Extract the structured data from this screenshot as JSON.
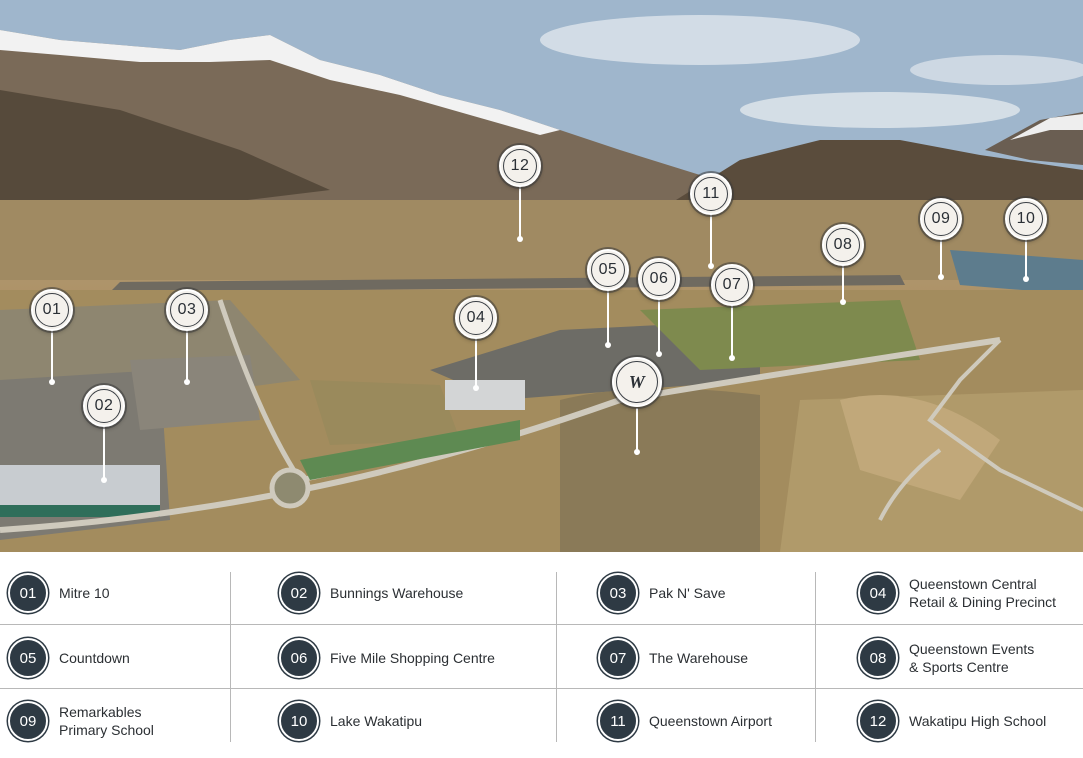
{
  "map": {
    "logo_text": "W",
    "markers": [
      {
        "num": "01"
      },
      {
        "num": "02"
      },
      {
        "num": "03"
      },
      {
        "num": "04"
      },
      {
        "num": "05"
      },
      {
        "num": "06"
      },
      {
        "num": "07"
      },
      {
        "num": "08"
      },
      {
        "num": "09"
      },
      {
        "num": "10"
      },
      {
        "num": "11"
      },
      {
        "num": "12"
      }
    ]
  },
  "legend": {
    "items": [
      {
        "num": "01",
        "label": "Mitre 10"
      },
      {
        "num": "02",
        "label": "Bunnings Warehouse"
      },
      {
        "num": "03",
        "label": "Pak N' Save"
      },
      {
        "num": "04",
        "label": "Queenstown Central\nRetail & Dining Precinct"
      },
      {
        "num": "05",
        "label": "Countdown"
      },
      {
        "num": "06",
        "label": "Five Mile Shopping Centre"
      },
      {
        "num": "07",
        "label": "The Warehouse"
      },
      {
        "num": "08",
        "label": "Queenstown Events\n& Sports Centre"
      },
      {
        "num": "09",
        "label": "Remarkables\nPrimary School"
      },
      {
        "num": "10",
        "label": "Lake Wakatipu"
      },
      {
        "num": "11",
        "label": "Queenstown Airport"
      },
      {
        "num": "12",
        "label": "Wakatipu High School"
      }
    ]
  }
}
